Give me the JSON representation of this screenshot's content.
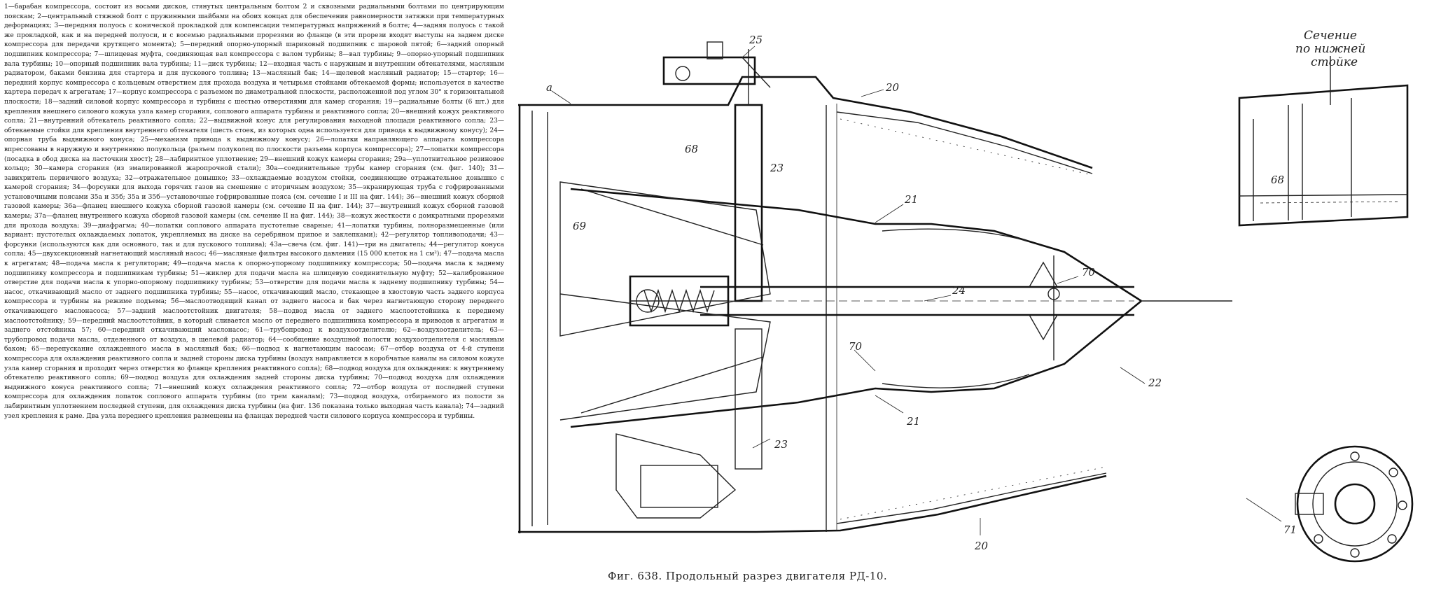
{
  "legend": {
    "text": "1—барабан компрессора, состоит из восьми дисков, стянутых центральным болтом 2 и сквозными радиальными болтами по центрирующим пояскам; 2—центральный стяжной болт с пружинными шайбами на обоих концах для обеспечения равномерности затяжки при температурных деформациях; 3—передняя полуось с конической прокладкой для компенсации температурных напряжений в болте; 4—задняя полуось с такой же прокладкой, как и на передней полуоси, и с восемью радиальными прорезями во фланце (в эти прорези входят выступы на заднем диске компрессора для передачи крутящего момента); 5—передний опорно-упорный шариковый подшипник с шаровой пятой; 6—задний опорный подшипник компрессора; 7—шлицевая муфта, соединяющая вал компрессора с валом турбины; 8—вал турбины; 9—опорно-упорный подшипник вала турбины; 10—опорный подшипник вала турбины; 11—диск турбины; 12—входная часть с наружным и внутренним обтекателями, масляным радиатором, баками бензина для стартера и для пускового топлива; 13—масляный бак; 14—щелевой масляный радиатор; 15—стартер; 16—передний корпус компрессора с кольцевым отверстием для прохода воздуха и четырьмя стойками обтекаемой формы; используется в качестве картера передач к агрегатам; 17—корпус компрессора с разъемом по диаметральной плоскости, расположенной под углом 30° к горизонтальной плоскости; 18—задний силовой корпус компрессора и турбины с шестью отверстиями для камер сгорания; 19—радиальные болты (6 шт.) для крепления внешнего силового кожуха узла камер сгорания, соплового аппарата турбины и реактивного сопла; 20—внешний кожух реактивного сопла; 21—внутренний обтекатель реактивного сопла; 22—выдвижной конус для регулирования выходной площади реактивного сопла; 23—обтекаемые стойки для крепления внутреннего обтекателя (шесть стоек, из которых одна используется для привода к выдвижному конусу); 24—опорная труба выдвижного конуса; 25—механизм привода к выдвижному конусу; 26—лопатки направляющего аппарата компрессора впрессованы в наружную и внутреннюю полукольца (разъем полуколец по плоскости разъема корпуса компрессора); 27—лопатки компрессора (посадка в обод диска на ласточкин хвост); 28—лабиринтное уплотнение; 29—внешний кожух камеры сгорания; 29а—уплотнительное резиновое кольцо; 30—камера сгорания (из эмалированной жаропрочной стали); 30а—соединительные трубы камер сгорания (см. фиг. 140); 31—завихритель первичного воздуха; 32—отражательное донышко; 33—охлаждаемые воздухом стойки, соединяющие отражательное донышко с камерой сгорания; 34—форсунки для выхода горячих газов на смешение с вторичным воздухом; 35—экранирующая труба с гофрированными установочными поясами 35а и 35б; 35а и 35б—установочные гофрированные пояса (см. сечение I и III на фиг. 144); 36—внешний кожух сборной газовой камеры; 36а—фланец внешнего кожуха сборной газовой камеры (см. сечение II на фиг. 144); 37—внутренний кожух сборной газовой камеры; 37а—фланец внутреннего кожуха сборной газовой камеры (см. сечение II на фиг. 144); 38—кожух жесткости с домкратными прорезями для прохода воздуха; 39—диафрагма; 40—лопатки соплового аппарата пустотелые сварные; 41—лопатки турбины, полноразмещенные (или вариант: пустотелых охлаждаемых лопаток, укрепляемых на диске на серебряном припое и заклепками); 42—регулятор топливоподачи; 43—форсунки (используются как для основного, так и для пускового топлива); 43а—свеча (см. фиг. 141)—три на двигатель; 44—регулятор конуса сопла; 45—двухсекционный нагнетающий масляный насос; 46—масляные фильтры высокого давления (15 000 клеток на 1 см²); 47—подача масла к агрегатам; 48—подача масла к регуляторам; 49—подача масла к опорно-упорному подшипнику компрессора; 50—подача масла к заднему подшипнику компрессора и подшипникам турбины; 51—жиклер для подачи масла на шлицевую соединительную муфту; 52—калиброванное отверстие для подачи масла к упорно-опорному подшипнику турбины; 53—отверстие для подачи масла к заднему подшипнику турбины; 54—насос, откачивающий масло от заднего подшипника турбины; 55—насос, откачивающий масло, стекающее в хвостовую часть заднего корпуса компрессора и турбины на режиме подъема; 56—маслоотводящий канал от заднего насоса и бак через нагнетающую сторону переднего откачивающего маслонасоса; 57—задний маслоотстойник двигателя; 58—подвод масла от заднего маслоотстойника к переднему маслоотстойнику; 59—передний маслоотстойник, в который сливается масло от переднего подшипника компрессора и приводов к агрегатам и заднего отстойника 57; 60—передний откачивающий маслонасос; 61—трубопровод к воздухоотделителю; 62—воздухоотделитель; 63—трубопровод подачи масла, отделенного от воздуха, в щелевой радиатор; 64—сообщение воздушной полости воздухоотделителя с масляным баком; 65—перепускание охлажденного масла в масляный бак; 66—подвод к нагнетающим насосам; 67—отбор воздуха от 4-й ступени компрессора для охлаждения реактивного сопла и задней стороны диска турбины (воздух направляется в коробчатые каналы на силовом кожухе узла камер сгорания и проходит через отверстия во фланце крепления реактивного сопла); 68—подвод воздуха для охлаждения: к внутреннему обтекателю реактивного сопла; 69—подвод воздуха для охлаждения задней стороны диска турбины; 70—подвод воздуха для охлаждения выдвижного конуса реактивного сопла; 71—внешний кожух охлаждения реактивного сопла; 72—отбор воздуха от последней ступени компрессора для охлаждения лопаток соплового аппарата турбины (по трем каналам); 73—подвод воздуха, отбираемого из полости за лабиринтным уплотнением последней ступени, для охлаждения диска турбины (на фиг. 136 показана только выходная часть канала); 74—задний узел крепления к раме. Два узла переднего крепления размещены на фланцах передней части силового корпуса компрессора и турбины."
  },
  "drawing": {
    "caption": "Фиг. 638. Продольный разрез двигателя РД-10.",
    "section_title": "Сечение по нижней стойке",
    "labels": {
      "a": "a",
      "n20_top": "20",
      "n20_bot": "20",
      "n21_top": "21",
      "n21_bot": "21",
      "n22": "22",
      "n23_top": "23",
      "n23_bot": "23",
      "n24": "24",
      "n25": "25",
      "n68_main": "68",
      "n68_sec": "68",
      "n69": "69",
      "n70_top": "70",
      "n70_bot": "70",
      "n71": "71"
    }
  }
}
